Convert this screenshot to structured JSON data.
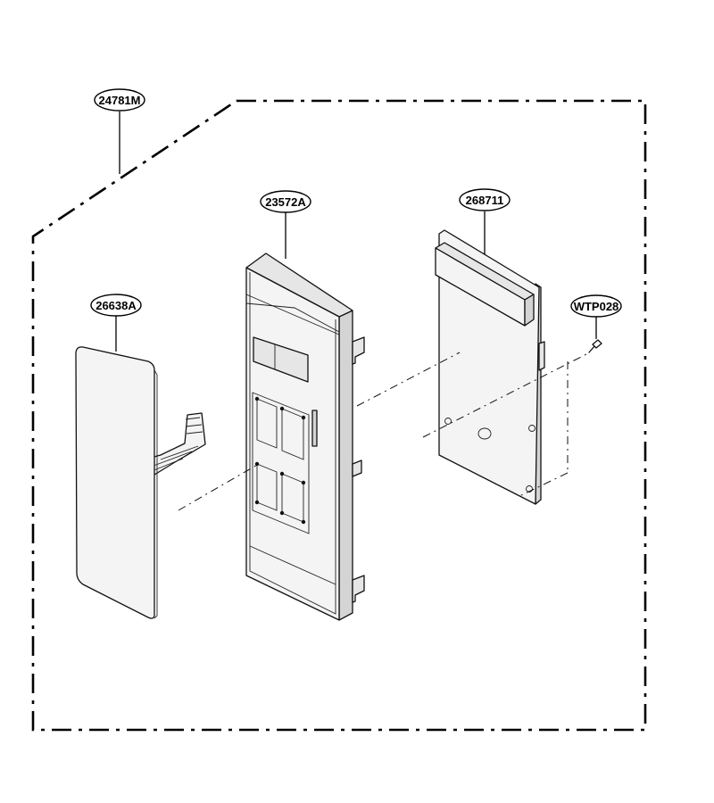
{
  "diagram": {
    "labels": {
      "assembly": "24781M",
      "panel": "23572A",
      "board": "268711",
      "membrane": "26638A",
      "screw": "WTP028"
    }
  }
}
